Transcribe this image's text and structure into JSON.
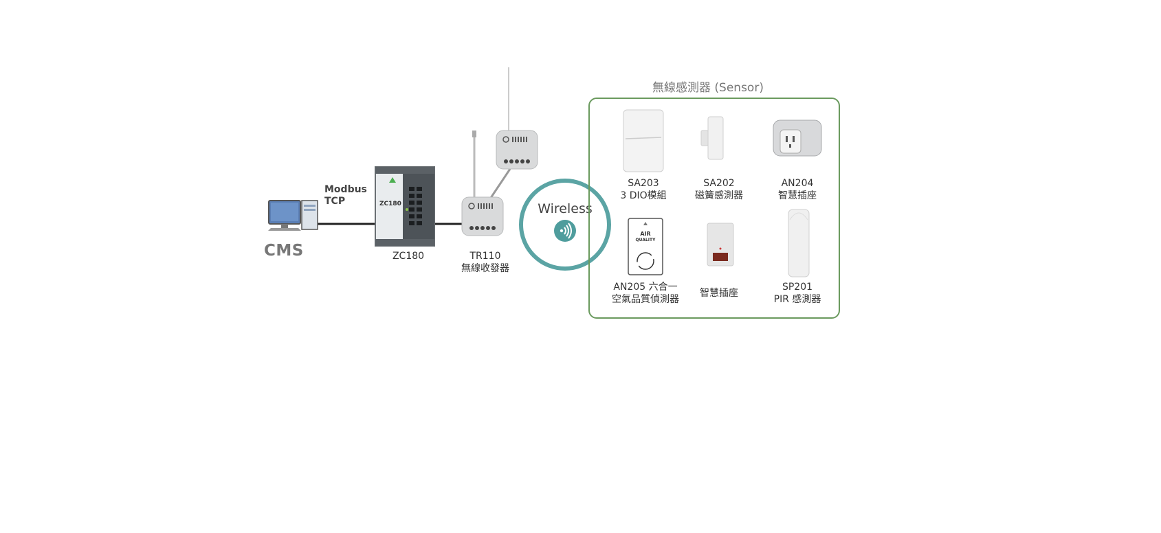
{
  "cms": {
    "label": "CMS"
  },
  "link": {
    "line1": "Modbus",
    "line2": "TCP"
  },
  "controller": {
    "model": "ZC180",
    "panel_text": "ZC180"
  },
  "transceiver": {
    "model": "TR110",
    "desc": "無線收發器"
  },
  "wireless": {
    "label": "Wireless"
  },
  "sensor_group": {
    "title": "無線感測器 (Sensor)",
    "items": [
      {
        "line1": "SA203",
        "line2": "3 DIO模組"
      },
      {
        "line1": "SA202",
        "line2": "磁簧感測器"
      },
      {
        "line1": "AN204",
        "line2": "智慧插座"
      },
      {
        "line1": "AN205 六合一",
        "line2": "空氣品質偵測器"
      },
      {
        "line1": "智慧插座",
        "line2": ""
      },
      {
        "line1": "SP201",
        "line2": "PIR 感測器"
      }
    ],
    "air_quality_badge": {
      "line1": "AIR",
      "line2": "QUALITY"
    }
  },
  "colors": {
    "panel_border": "#6a9a5e",
    "wireless_ring": "#5ba4a4",
    "cms_text": "#777777"
  }
}
